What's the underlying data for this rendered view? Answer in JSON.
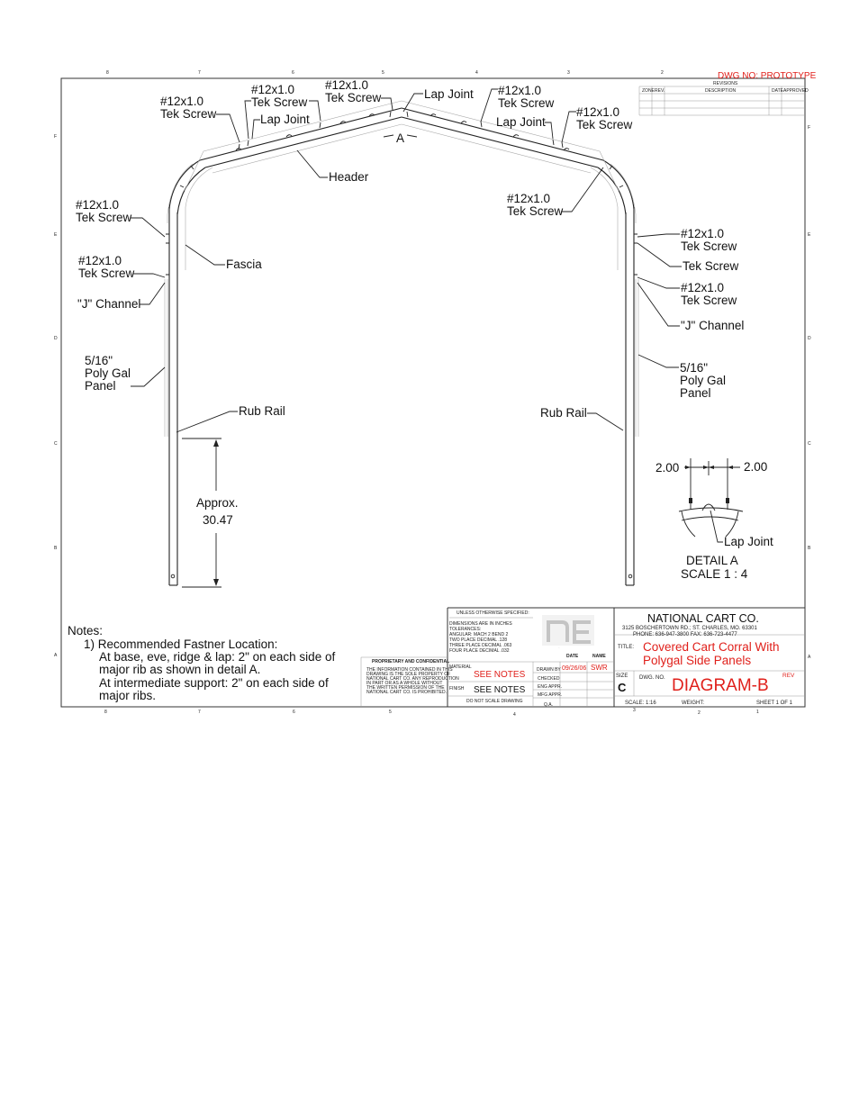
{
  "sheet": {
    "dwg_no_label": "DWG NO: PROTOTYPE",
    "zone_letters": [
      "F",
      "E",
      "D",
      "C",
      "B",
      "A"
    ],
    "col_numbers": [
      "8",
      "7",
      "6",
      "5",
      "4",
      "3",
      "2",
      "1"
    ],
    "revisions": {
      "title": "REVISIONS",
      "headers": [
        "ZONE",
        "REV.",
        "DESCRIPTION",
        "DATE",
        "APPROVED"
      ]
    }
  },
  "callouts": {
    "tek_screw_top_left_a": "#12x1.0",
    "tek_screw_top_left_b": "Tek Screw",
    "tek_screw_top_2a": "#12x1.0",
    "tek_screw_top_2b": "Tek Screw",
    "tek_screw_top_3a": "#12x1.0",
    "tek_screw_top_3b": "Tek Screw",
    "lap_joint_top": "Lap Joint",
    "lap_joint_left": "Lap Joint",
    "tek_screw_top_4a": "#12x1.0",
    "tek_screw_top_4b": "Tek Screw",
    "lap_joint_right": "Lap Joint",
    "tek_screw_top_5a": "#12x1.0",
    "tek_screw_top_5b": "Tek Screw",
    "detail_marker": "A",
    "header": "Header",
    "tek_screw_left_1a": "#12x1.0",
    "tek_screw_left_1b": "Tek Screw",
    "fascia": "Fascia",
    "tek_screw_left_2a": "#12x1.0",
    "tek_screw_left_2b": "Tek Screw",
    "j_channel_left": "\"J\" Channel",
    "panel_left_1": "5/16\"",
    "panel_left_2": "Poly Gal",
    "panel_left_3": "Panel",
    "rub_rail_left": "Rub Rail",
    "approx_1": "Approx.",
    "approx_2": "30.47",
    "tek_screw_mid_a": "#12x1.0",
    "tek_screw_mid_b": "Tek Screw",
    "tek_screw_right_1a": "#12x1.0",
    "tek_screw_right_1b": "Tek Screw",
    "tek_screw_right_2": "Tek Screw",
    "tek_screw_right_3a": "#12x1.0",
    "tek_screw_right_3b": "Tek Screw",
    "j_channel_right": "\"J\" Channel",
    "panel_right_1": "5/16\"",
    "panel_right_2": "Poly Gal",
    "panel_right_3": "Panel",
    "rub_rail_right": "Rub Rail"
  },
  "detail_a": {
    "dim_left": "2.00",
    "dim_right": "2.00",
    "lap_joint": "Lap Joint",
    "title": "DETAIL A",
    "scale": "SCALE 1 : 4"
  },
  "notes": {
    "heading": "Notes:",
    "line1": "1) Recommended Fastner Location:",
    "line2": "At base, eve, ridge & lap: 2\" on each side of",
    "line3": "major rib as shown in detail A.",
    "line4": "At intermediate support: 2\" on each side of",
    "line5": "major ribs."
  },
  "title_block": {
    "unless": "UNLESS OTHERWISE SPECIFIED:",
    "dims": "DIMENSIONS ARE IN INCHES",
    "tol": "TOLERANCES:",
    "angular": "ANGULAR: MACH    2    BEND    2",
    "two_place": "TWO PLACE DECIMAL      .128",
    "three_place": "THREE PLACE DECIMAL    .063",
    "four_place": "FOUR PLACE DECIMAL   .032",
    "prop_title": "PROPRIETARY AND CONFIDENTIAL",
    "prop_1": "THE INFORMATION CONTAINED IN THIS",
    "prop_2": "DRAWING IS THE SOLE PROPERTY OF",
    "prop_3": "NATIONAL CART CO. ANY REPRODUCTION",
    "prop_4": "IN PART OR AS A WHOLE WITHOUT",
    "prop_5": "THE WRITTEN PERMISSION OF THE",
    "prop_6": "NATIONAL CART CO. IS PROHIBITED.",
    "material_lbl": "MATERIAL",
    "material_val": "SEE NOTES",
    "finish_lbl": "FINISH",
    "finish_val": "SEE NOTES",
    "do_not_scale": "DO NOT SCALE DRAWING",
    "date_hdr": "DATE",
    "name_hdr": "NAME",
    "drawn_by": "DRAWN BY",
    "drawn_date": "09/26/06",
    "drawn_name": "SWR",
    "checked": "CHECKED",
    "eng_appr": "ENG APPR.",
    "mfg_appr": "MFG APPR.",
    "qa": "Q.A.",
    "logo": "NC",
    "company": "NATIONAL CART CO.",
    "address": "3125 BOSCHERTOWN RD.;   ST. CHARLES, MO. 63301",
    "phone": "PHONE:  636-947-3800      FAX:  636-723-4477",
    "title_lbl": "TITLE:",
    "title_1": "Covered Cart Corral With",
    "title_2": "Polygal Side Panels",
    "size_lbl": "SIZE",
    "size_val": "C",
    "dwg_no_lbl": "DWG.  NO.",
    "dwg_no": "DIAGRAM-B",
    "rev_lbl": "REV",
    "scale": "SCALE:  1:16",
    "weight": "WEIGHT:",
    "sheet": "SHEET 1 OF 1"
  },
  "colors": {
    "red": "#e0201b",
    "line": "#222222"
  }
}
